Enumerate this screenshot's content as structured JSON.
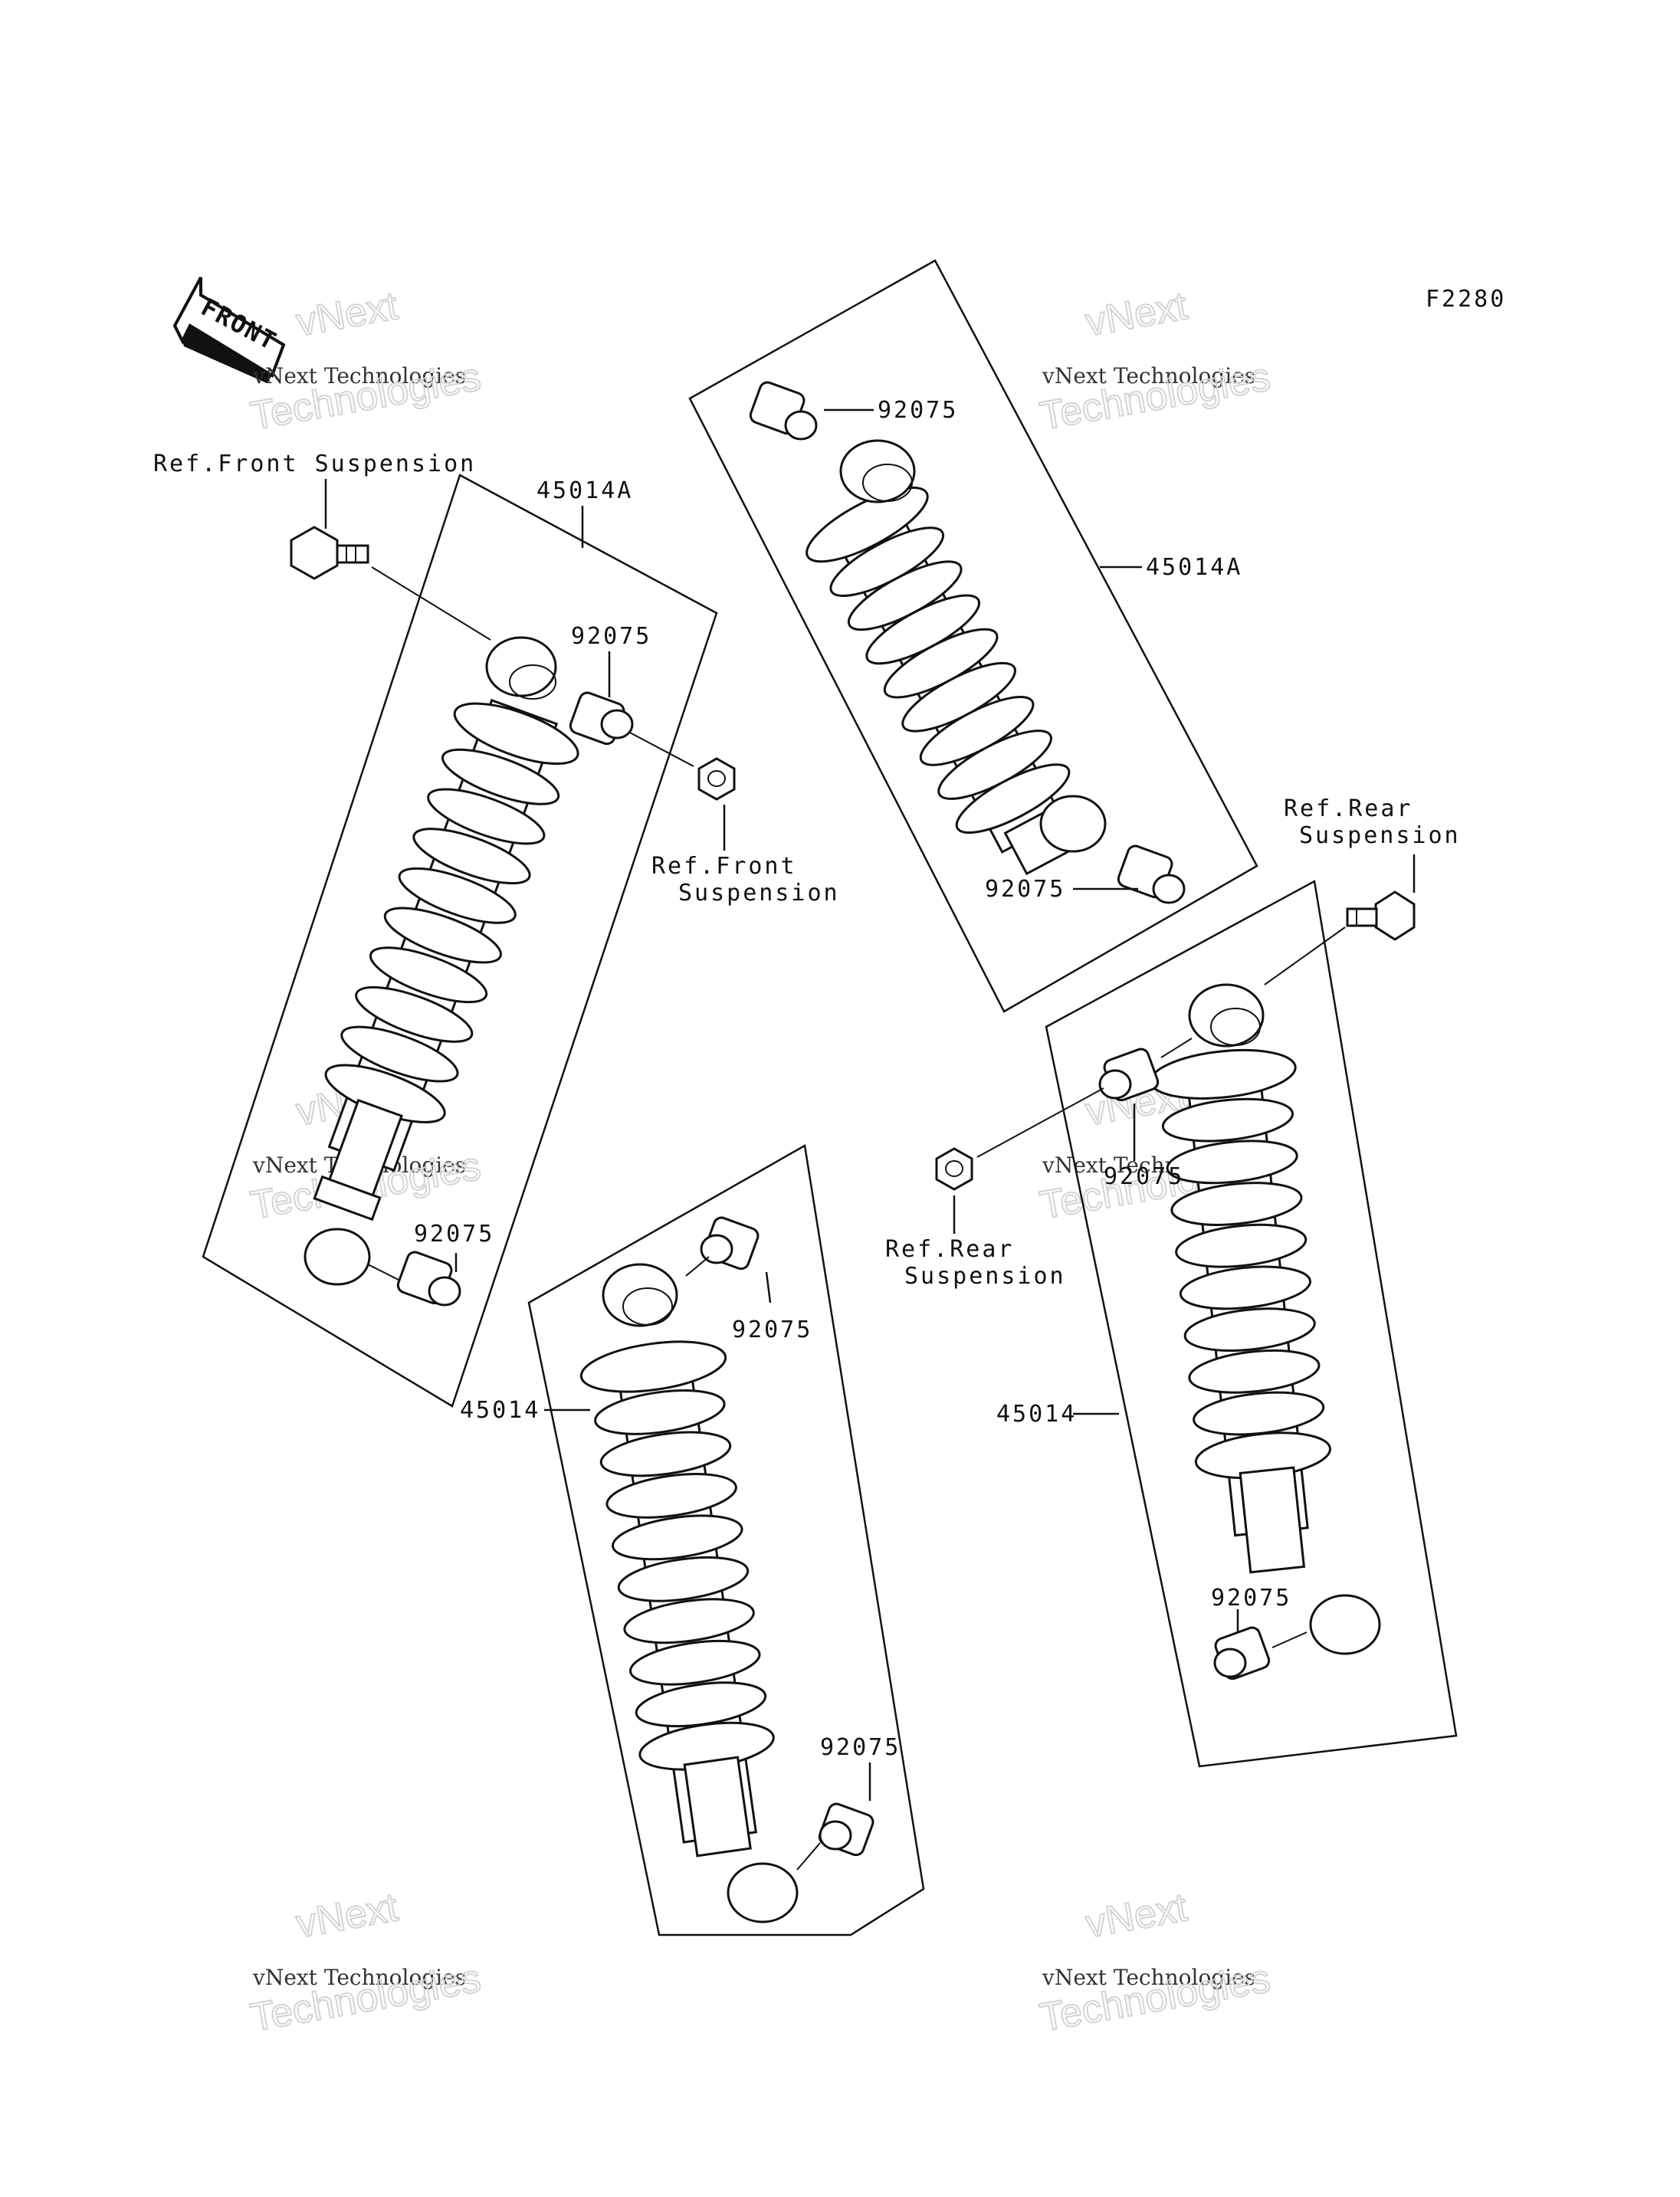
{
  "diagram": {
    "figure_code": "F2280",
    "front_marker": "FRONT",
    "watermark": {
      "line1": "vNext",
      "line2": "vNext Technologies",
      "line3": "Technologies"
    },
    "callouts": {
      "ref_front_suspension_top": "Ref.Front Suspension",
      "ref_front_suspension_nut_1": "Ref.Front",
      "ref_front_suspension_nut_2": "Suspension",
      "ref_rear_suspension_bolt_1": "Ref.Rear",
      "ref_rear_suspension_bolt_2": "Suspension",
      "ref_rear_suspension_nut_1": "Ref.Rear",
      "ref_rear_suspension_nut_2": "Suspension"
    },
    "parts": {
      "shock_front_left": "45014A",
      "shock_front_right": "45014A",
      "shock_rear_left": "45014",
      "shock_rear_right": "45014",
      "bushing": "92075"
    }
  }
}
